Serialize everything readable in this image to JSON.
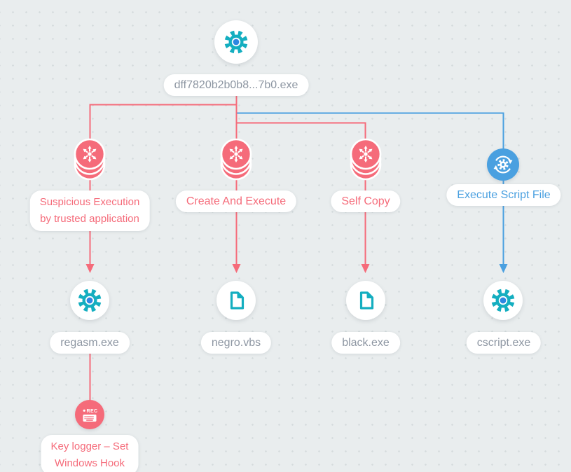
{
  "colors": {
    "pink": "#f56b7a",
    "blue": "#4aa0e0",
    "teal": "#14aec0",
    "gear_blue": "#2d87e2",
    "text_gray": "#8d96a2",
    "bg": "#e9edee",
    "dot": "#d4dbdc"
  },
  "root": {
    "label": "dff7820b2b0b8...7b0.exe",
    "icon": "gear-icon"
  },
  "branches": [
    {
      "behavior": {
        "lines": [
          "Suspicious Execution",
          "by trusted application"
        ],
        "icon": "malware-spread-icon",
        "color": "pink"
      },
      "process": {
        "label": "regasm.exe",
        "icon": "gear-icon"
      },
      "alert": {
        "lines": [
          "Key logger – Set",
          "Windows Hook"
        ],
        "icon": "keylogger-rec-icon",
        "color": "pink"
      }
    },
    {
      "behavior": {
        "lines": [
          "Create And Execute"
        ],
        "icon": "malware-spread-icon",
        "color": "pink"
      },
      "process": {
        "label": "negro.vbs",
        "icon": "file-icon"
      }
    },
    {
      "behavior": {
        "lines": [
          "Self Copy"
        ],
        "icon": "malware-spread-icon",
        "color": "pink"
      },
      "process": {
        "label": "black.exe",
        "icon": "file-icon"
      }
    },
    {
      "behavior": {
        "lines": [
          "Execute Script File"
        ],
        "icon": "script-sync-gear-icon",
        "color": "blue"
      },
      "process": {
        "label": "cscript.exe",
        "icon": "gear-icon"
      }
    }
  ]
}
